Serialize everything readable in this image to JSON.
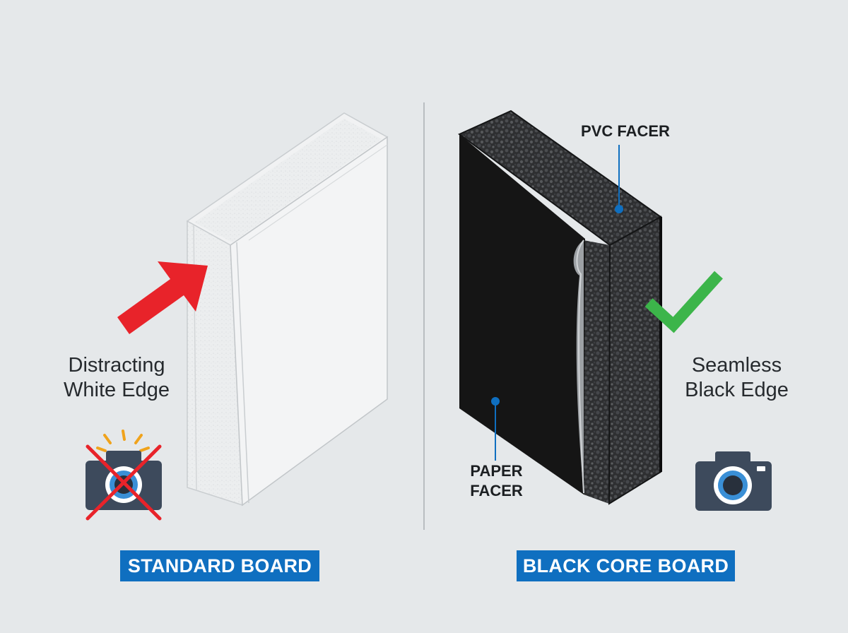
{
  "standard": {
    "caption_line1": "Distracting",
    "caption_line2": "White Edge",
    "badge": "STANDARD BOARD",
    "icons": [
      "arrow-icon",
      "camera-icon",
      "cross-icon",
      "flash-icon"
    ]
  },
  "black_core": {
    "caption_line1": "Seamless",
    "caption_line2": "Black Edge",
    "badge": "BLACK CORE BOARD",
    "callout_top": "PVC FACER",
    "callout_bottom_line1": "PAPER",
    "callout_bottom_line2": "FACER",
    "icons": [
      "checkmark-icon",
      "camera-icon"
    ]
  },
  "colors": {
    "background": "#e5e8ea",
    "badge": "#0f6fc0",
    "arrow": "#e8232a",
    "check": "#3cb54a",
    "camera": "#3d4a5c",
    "camera_lens": "#3a8fd6",
    "cross": "#e8232a",
    "flash": "#f0a31c",
    "leader": "#0f6fc0"
  }
}
